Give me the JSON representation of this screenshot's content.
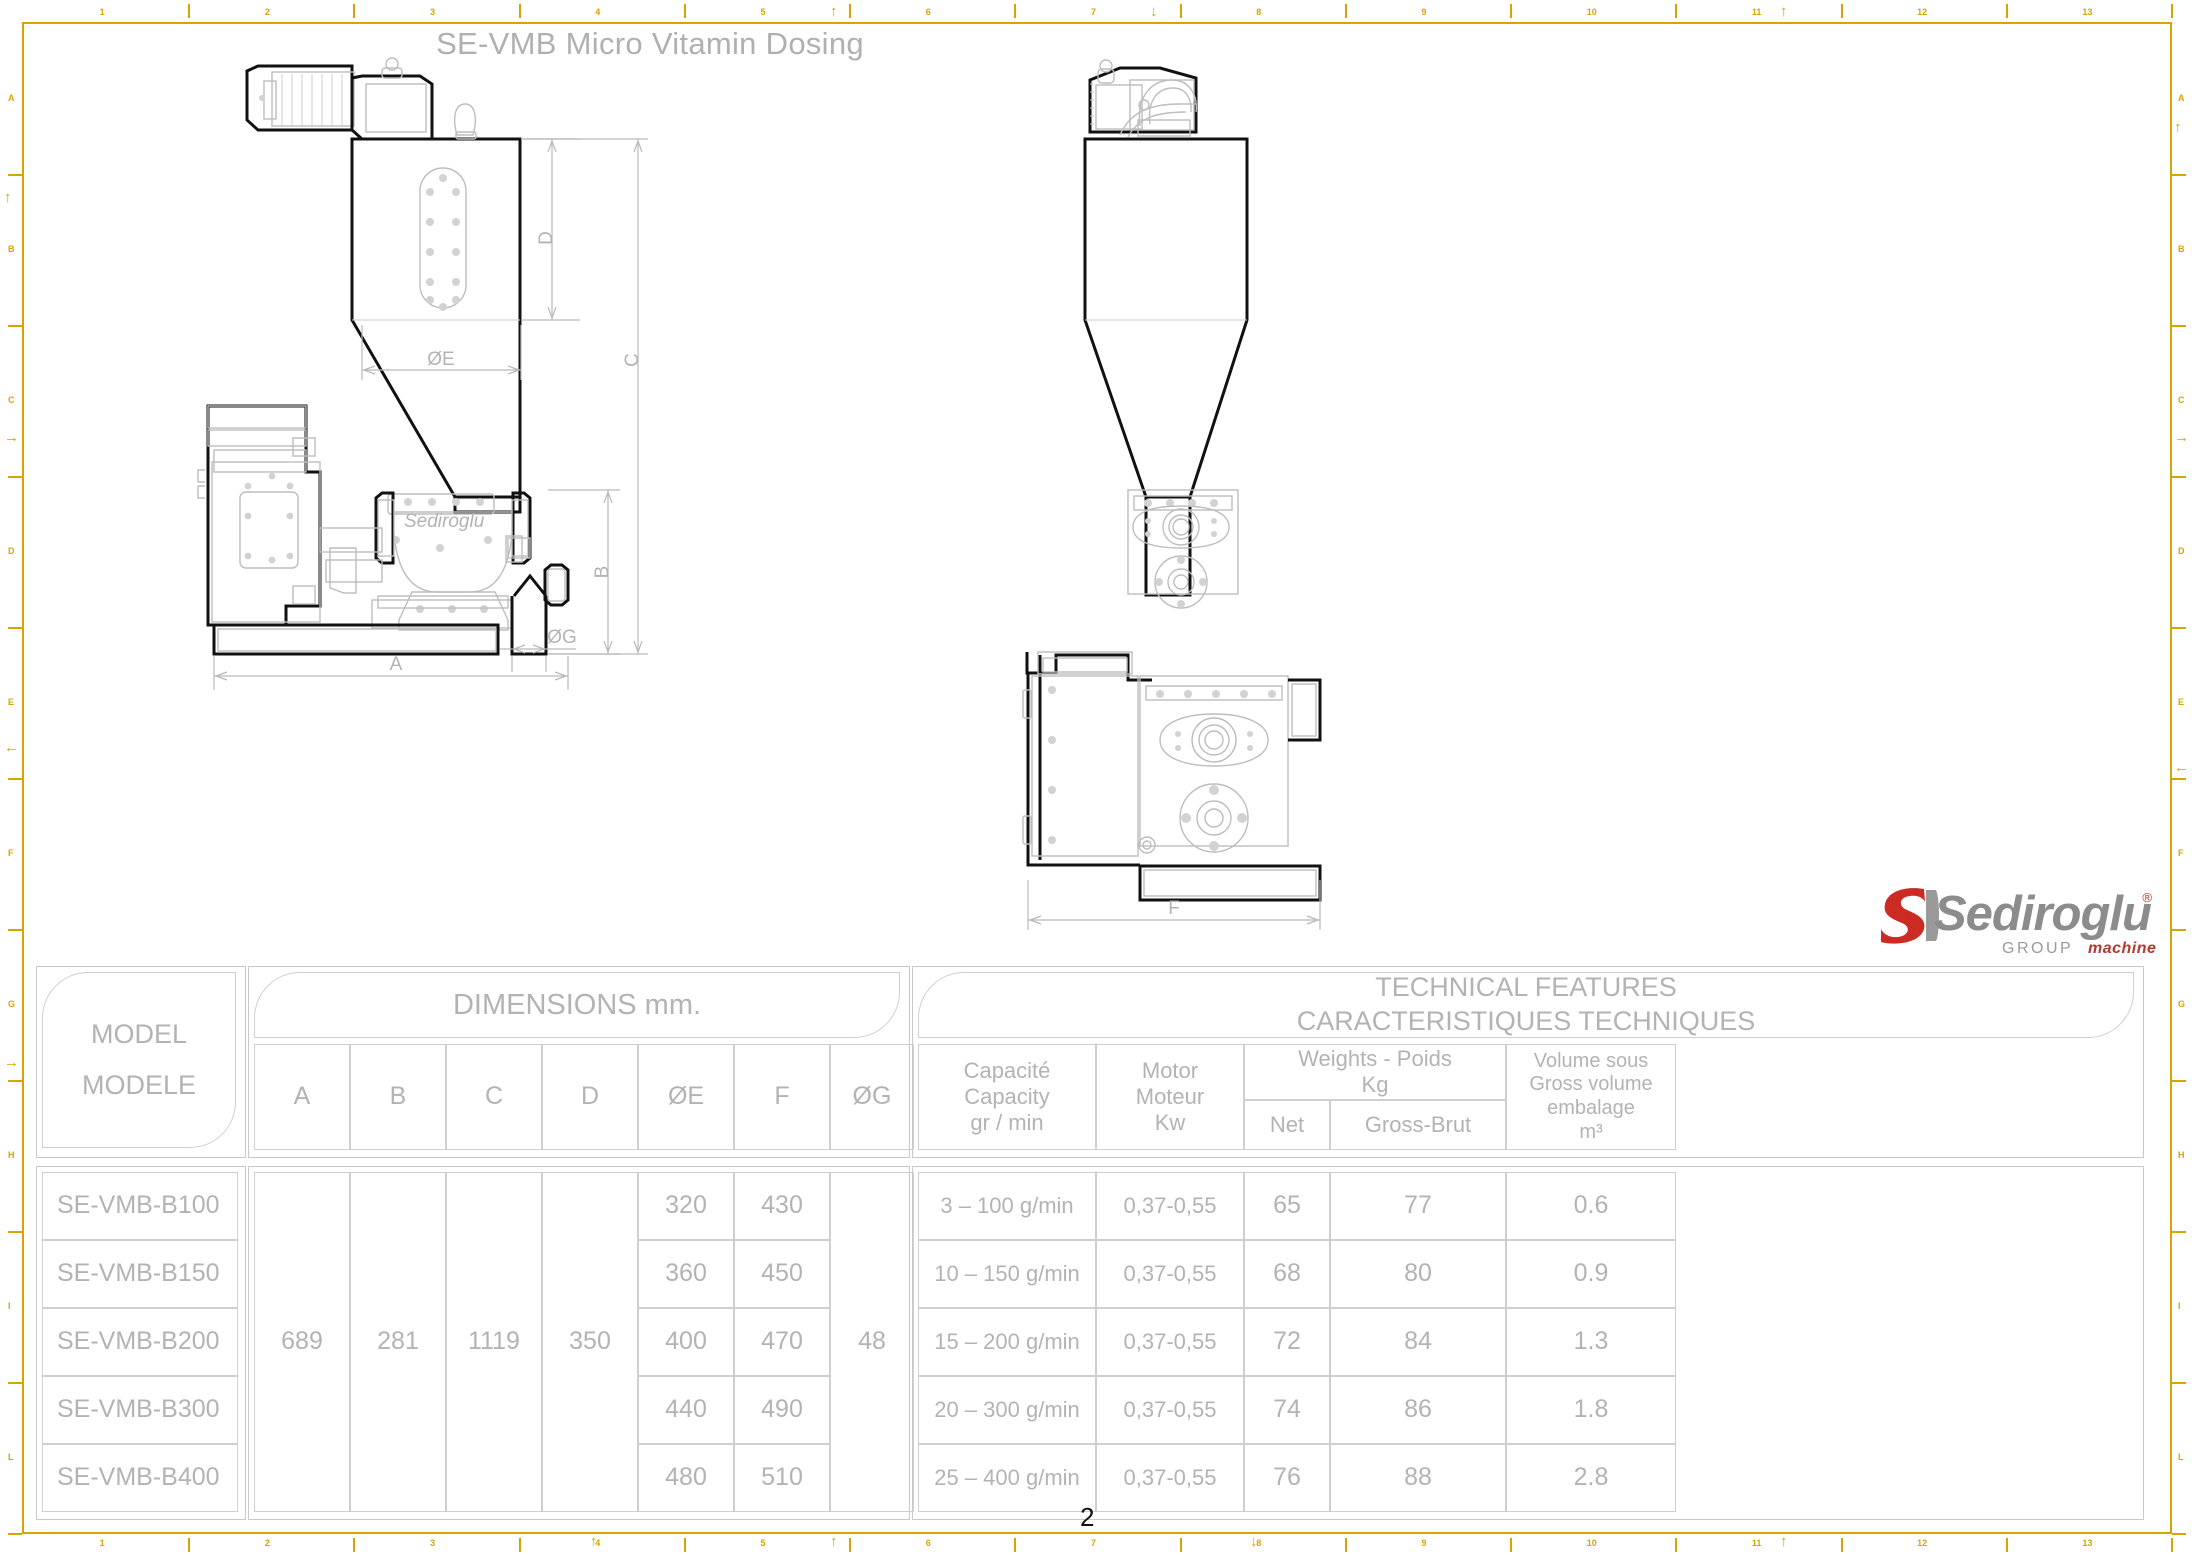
{
  "document": {
    "title": "SE-VMB Micro Vitamin Dosing",
    "page_number": "2"
  },
  "logo": {
    "name": "Sediroglu",
    "group": "GROUP",
    "machine": "machine",
    "registered": "®",
    "brand_red": "#cc2b24",
    "brand_grey": "#8c8c8c",
    "body_mark": "Sediroglu"
  },
  "drawing": {
    "side_view_labels": {
      "A": "A",
      "B": "B",
      "C": "C",
      "D": "D",
      "E": "ØE",
      "G": "ØG"
    },
    "front_view_labels": {
      "F": "F"
    }
  },
  "frame": {
    "accent_color": "#d9a300",
    "top_numbers": [
      "1",
      "2",
      "3",
      "4",
      "5",
      "6",
      "7",
      "8",
      "9",
      "10",
      "11",
      "12",
      "13"
    ],
    "side_letters": [
      "A",
      "B",
      "C",
      "D",
      "E",
      "F",
      "G",
      "H",
      "I",
      "L"
    ]
  },
  "table": {
    "model_header": {
      "line1": "MODEL",
      "line2": "MODELE"
    },
    "dimensions_group": "DIMENSIONS mm.",
    "technical_group": {
      "line1": "TECHNICAL FEATURES",
      "line2": "CARACTERISTIQUES TECHNIQUES"
    },
    "dimension_columns": [
      "A",
      "B",
      "C",
      "D",
      "ØE",
      "F",
      "ØG"
    ],
    "technical_columns": {
      "capacity": [
        "Capacité",
        "Capacity",
        "gr / min"
      ],
      "motor": [
        "Motor",
        "Moteur",
        "Kw"
      ],
      "weights_group": [
        "Weights - Poids",
        "Kg"
      ],
      "weights_sub": [
        "Net",
        "Gross-Brut"
      ],
      "volume": [
        "Volume sous",
        "Gross volume",
        "embalage",
        "m³"
      ]
    },
    "merged": {
      "A": "689",
      "B": "281",
      "C": "1119",
      "D": "350",
      "OG": "48"
    },
    "rows": [
      {
        "model": "SE-VMB-B100",
        "OE": "320",
        "F": "430",
        "capacity": "3 – 100 g/min",
        "motor": "0,37-0,55",
        "net": "65",
        "gross": "77",
        "volume": "0.6"
      },
      {
        "model": "SE-VMB-B150",
        "OE": "360",
        "F": "450",
        "capacity": "10 – 150 g/min",
        "motor": "0,37-0,55",
        "net": "68",
        "gross": "80",
        "volume": "0.9"
      },
      {
        "model": "SE-VMB-B200",
        "OE": "400",
        "F": "470",
        "capacity": "15 – 200 g/min",
        "motor": "0,37-0,55",
        "net": "72",
        "gross": "84",
        "volume": "1.3"
      },
      {
        "model": "SE-VMB-B300",
        "OE": "440",
        "F": "490",
        "capacity": "20 – 300 g/min",
        "motor": "0,37-0,55",
        "net": "74",
        "gross": "86",
        "volume": "1.8"
      },
      {
        "model": "SE-VMB-B400",
        "OE": "480",
        "F": "510",
        "capacity": "25 – 400 g/min",
        "motor": "0,37-0,55",
        "net": "76",
        "gross": "88",
        "volume": "2.8"
      }
    ]
  }
}
